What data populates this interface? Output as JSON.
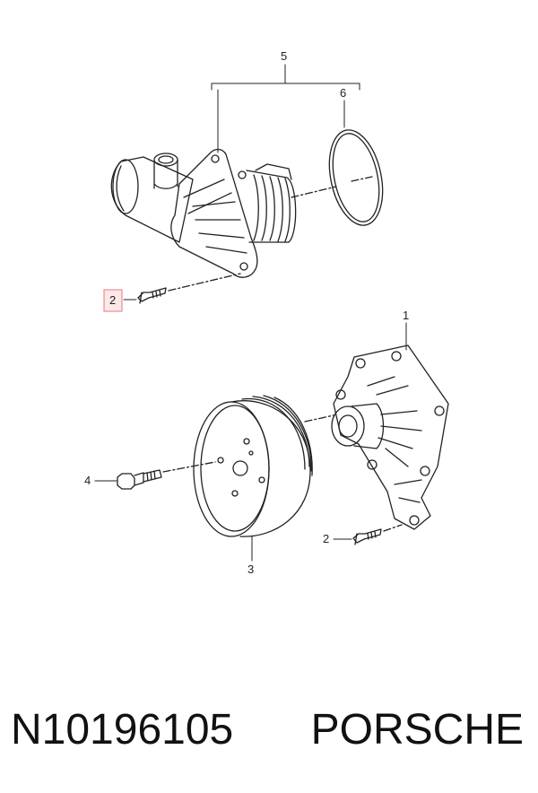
{
  "diagram": {
    "callouts": {
      "c1": "1",
      "c2_top": "2",
      "c2_bottom": "2",
      "c3": "3",
      "c4": "4",
      "c5": "5",
      "c6": "6"
    },
    "highlight_color": "#e87878"
  },
  "footer": {
    "part_number": "N10196105",
    "brand": "PORSCHE"
  }
}
